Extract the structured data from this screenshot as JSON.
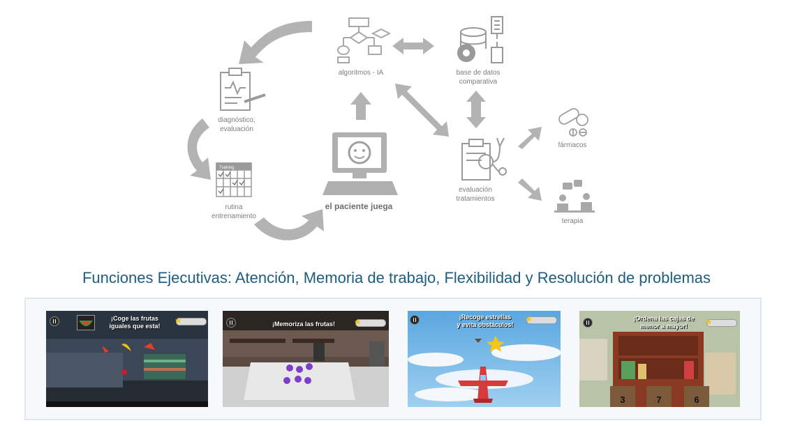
{
  "diagram": {
    "nodes": {
      "algoritmos": "algoritmos - IA",
      "base_datos": "base de datos\ncomparativa",
      "diagnostico": "diagnóstico,\nevaluación",
      "rutina": "rutina\nentrenamiento",
      "paciente": "el paciente juega",
      "evaluacion": "evaluación\ntratamientos",
      "farmacos": "fármacos",
      "terapia": "terapia"
    },
    "calendar_header": "Training"
  },
  "title": "Funciones Ejecutivas: Atención, Memoria de trabajo, Flexibilidad y Resolución de problemas",
  "games": [
    {
      "caption": "¡Coge las frutas\niguales que esta!"
    },
    {
      "caption": "¡Memoriza las frutas!"
    },
    {
      "caption": "¡Recoge estrellas\ny evita obstáculos!"
    },
    {
      "caption": "¡Ordena las cajas de\nmenor a mayor!"
    }
  ],
  "boxes": [
    "3",
    "7",
    "6"
  ],
  "colors": {
    "icon_gray": "#b0b0b0",
    "title_blue": "#1e5d80",
    "border": "#dde7ef"
  }
}
